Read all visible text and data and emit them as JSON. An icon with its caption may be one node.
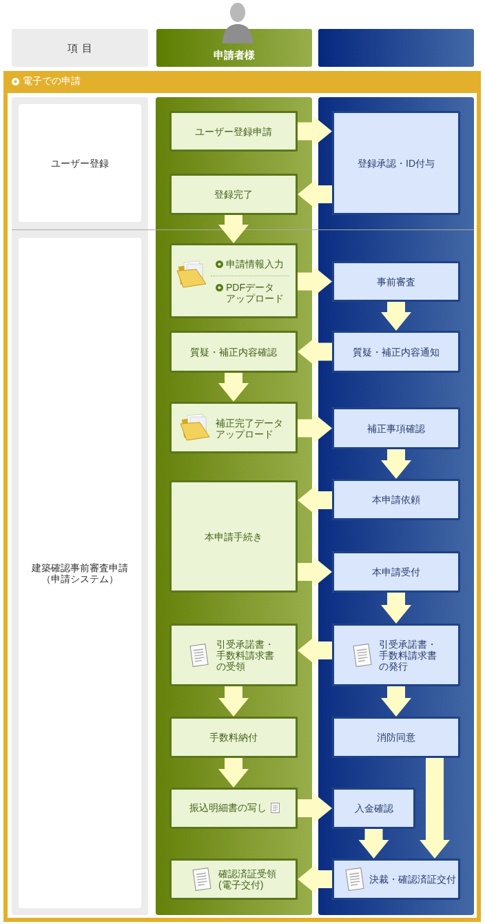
{
  "diagram": {
    "nodes": [
      {
        "text": [
          "項目"
        ]
      },
      {
        "text": [
          "申請者様"
        ]
      },
      {
        "text": [],
        "shape": "box"
      },
      {
        "text": [
          "電子での申請"
        ]
      },
      {
        "text": [
          "ユーザー登録"
        ],
        "in": 3
      },
      {
        "text": [
          "建築確認事前審査申請（申請システム）"
        ],
        "in": 3
      },
      {
        "text": [
          "ユーザー登録申請"
        ],
        "in": 3
      },
      {
        "text": [
          "登録承認・ID付与"
        ],
        "in": 3
      },
      {
        "text": [
          "登録完了"
        ],
        "in": 3
      },
      {
        "text": [
          "申請情報入力",
          "PDFデータアップロード"
        ],
        "in": 3
      },
      {
        "text": [
          "事前審査"
        ],
        "in": 3
      },
      {
        "text": [
          "質疑・補正内容確認"
        ],
        "in": 3
      },
      {
        "text": [
          "質疑・補正内容通知"
        ],
        "in": 3
      },
      {
        "text": [
          "補正完了データアップロード"
        ],
        "in": 3
      },
      {
        "text": [
          "補正事項確認"
        ],
        "in": 3
      },
      {
        "text": [
          "本申請手続き"
        ],
        "in": 3
      },
      {
        "text": [
          "本申請依頼"
        ],
        "in": 3
      },
      {
        "text": [
          "本申請受付"
        ],
        "in": 3
      },
      {
        "text": [
          "引受承諾書・手数料請求書の受領"
        ],
        "in": 3
      },
      {
        "text": [
          "引受承諾書・手数料請求書の発行"
        ],
        "in": 3
      },
      {
        "text": [
          "手数料納付"
        ],
        "in": 3
      },
      {
        "text": [
          "消防同意"
        ],
        "in": 3
      },
      {
        "text": [
          "振込明細書の写し"
        ],
        "in": 3
      },
      {
        "text": [
          "入金確認"
        ],
        "in": 3
      },
      {
        "text": [
          "確認済証受領(電子交付)"
        ],
        "in": 3
      },
      {
        "text": [
          "決裁・確認済証交付"
        ],
        "in": 3
      }
    ],
    "edges": [
      {
        "from": 6,
        "to": 7,
        "arrow": "to"
      },
      {
        "from": 7,
        "to": 8,
        "arrow": "to"
      },
      {
        "from": 8,
        "to": 9,
        "arrow": "to"
      },
      {
        "from": 9,
        "to": 10,
        "arrow": "to"
      },
      {
        "from": 10,
        "to": 12,
        "arrow": "to"
      },
      {
        "from": 12,
        "to": 11,
        "arrow": "to"
      },
      {
        "from": 11,
        "to": 13,
        "arrow": "to"
      },
      {
        "from": 13,
        "to": 14,
        "arrow": "to"
      },
      {
        "from": 14,
        "to": 16,
        "arrow": "to"
      },
      {
        "from": 16,
        "to": 15,
        "arrow": "to"
      },
      {
        "from": 15,
        "to": 17,
        "arrow": "to"
      },
      {
        "from": 17,
        "to": 19,
        "arrow": "to"
      },
      {
        "from": 19,
        "to": 18,
        "arrow": "to"
      },
      {
        "from": 18,
        "to": 20,
        "arrow": "to"
      },
      {
        "from": 19,
        "to": 21,
        "arrow": "to"
      },
      {
        "from": 20,
        "to": 22,
        "arrow": "to"
      },
      {
        "from": 22,
        "to": 23,
        "arrow": "to"
      },
      {
        "from": 23,
        "to": 25,
        "arrow": "to"
      },
      {
        "from": 21,
        "to": 25,
        "arrow": "to"
      },
      {
        "from": 25,
        "to": 24,
        "arrow": "to"
      }
    ]
  }
}
